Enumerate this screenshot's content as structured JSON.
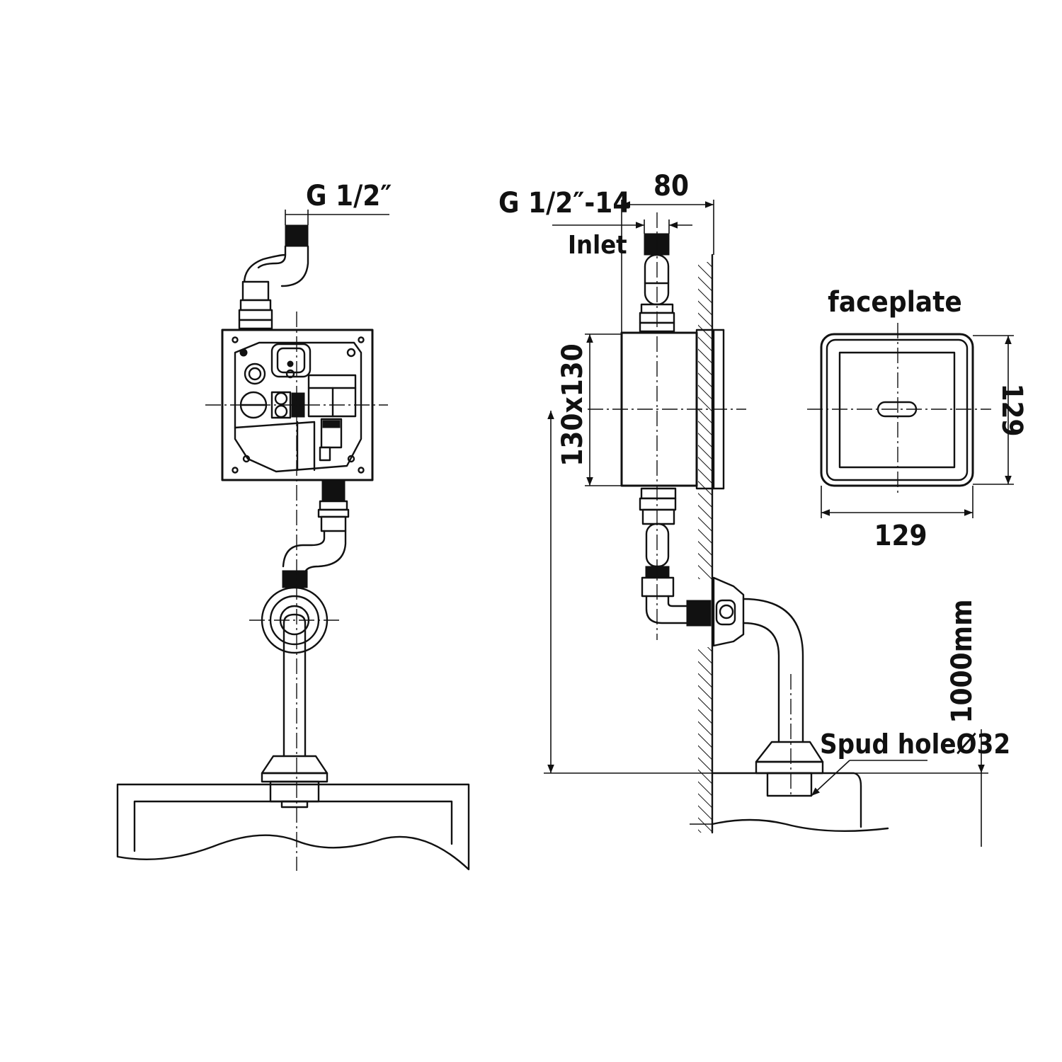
{
  "labels": {
    "front_thread": "G 1/2″",
    "side_thread": "G 1/2″-14",
    "inlet": "Inlet",
    "depth": "80",
    "box_size": "130x130",
    "faceplate": "faceplate",
    "faceplate_height": "129",
    "faceplate_width": "129",
    "mounting_height": "1000mm",
    "spud_hole": "Spud holeØ32"
  }
}
